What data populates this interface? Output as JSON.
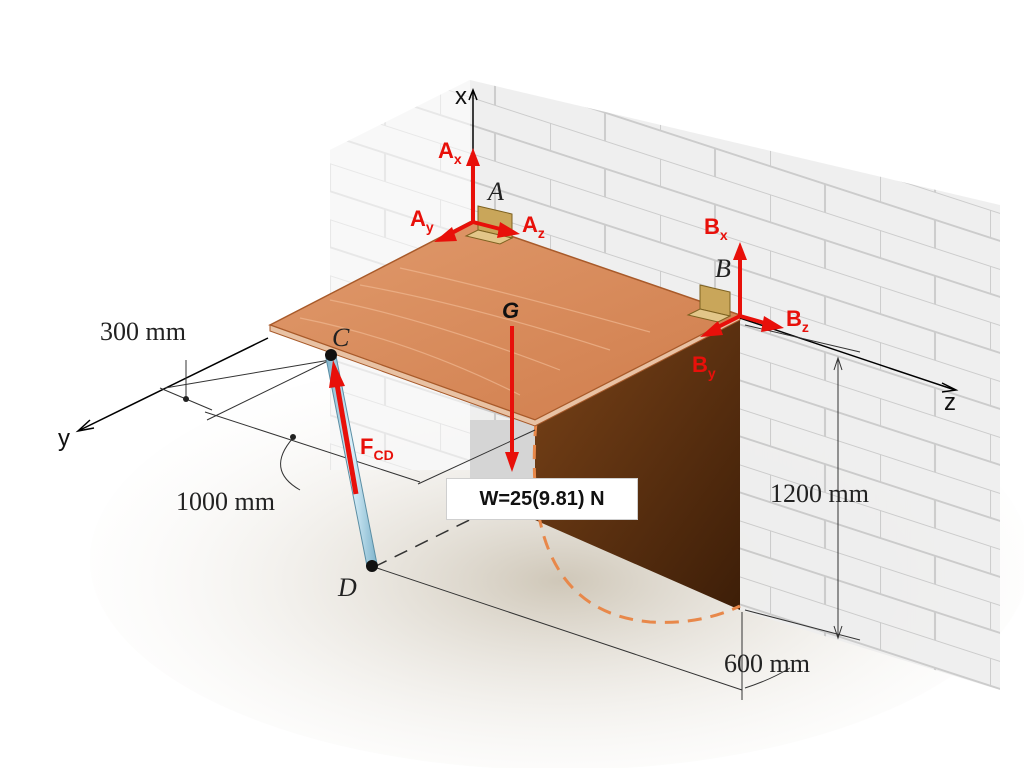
{
  "axes": {
    "x": "x",
    "y": "y",
    "z": "z"
  },
  "points": {
    "A": "A",
    "B": "B",
    "C": "C",
    "D": "D",
    "G": "G"
  },
  "forces": {
    "Ax": {
      "main": "A",
      "sub": "x"
    },
    "Ay": {
      "main": "A",
      "sub": "y"
    },
    "Az": {
      "main": "A",
      "sub": "z"
    },
    "Bx": {
      "main": "B",
      "sub": "x"
    },
    "By": {
      "main": "B",
      "sub": "y"
    },
    "Bz": {
      "main": "B",
      "sub": "z"
    },
    "FCD": {
      "main": "F",
      "sub": "CD"
    }
  },
  "weight_label": "W=25(9.81) N",
  "dimensions": {
    "d300": "300 mm",
    "d1000": "1000 mm",
    "d1200": "1200 mm",
    "d600": "600 mm"
  },
  "colors": {
    "force": "#e8100a",
    "table_top": "#d9875a",
    "table_edge": "#b86a3e",
    "shadow_panel": "#6b3a16",
    "rod": "#a9d3e6",
    "wall": "#f0f0f0",
    "floor": "#d9d2c6"
  }
}
